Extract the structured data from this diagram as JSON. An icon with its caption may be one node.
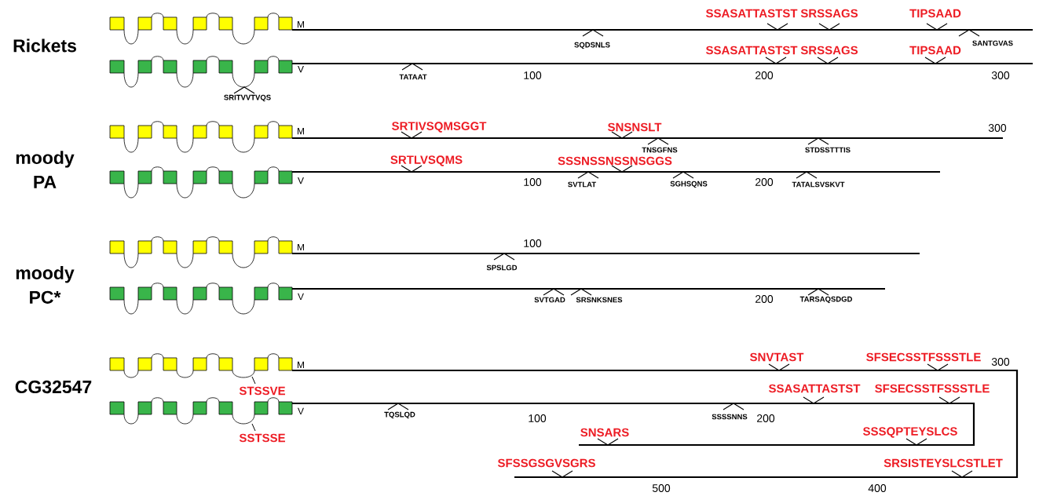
{
  "diagram": {
    "labels": [
      "Rickets",
      "SSASATTASTST",
      "SRSSAGS",
      "TIPSAAD",
      "M",
      "SQDSNLS",
      "SANTGVAS",
      "SSASATTASTST",
      "SRSSAGS",
      "TIPSAAD",
      "V",
      "TATAAT",
      "100",
      "200",
      "300",
      "SRITVVTVQS",
      "moody PA",
      "SRTIVSQMSGGT",
      "SNSNSLT",
      "300",
      "M",
      "TNSGFNS",
      "STDSSTTTIS",
      "SRTLVSQMS",
      "SSSNSSNSSNSGGS",
      "V",
      "100",
      "SVTLAT",
      "SGHSQNS",
      "200",
      "TATALSVSKVT",
      "moody PC*",
      "100",
      "M",
      "SPSLGD",
      "V",
      "SVTGAD",
      "SRSNKSNES",
      "200",
      "TARSAQSDGD",
      "M",
      "SNVTAST",
      "SFSECSSTFSSSTLE",
      "300",
      "CG32547",
      "STSSVE",
      "SSASATTASTST",
      "SFSECSSTFSSSTLE",
      "V",
      "TQSLQD",
      "100",
      "SSSSNNS",
      "200",
      "SNSARS",
      "SSSQPTEYSLCS",
      "SSTSSE",
      "SFSSGSGVSGRS",
      "SRSISTEYSLCSTLET",
      "500",
      "400"
    ]
  }
}
